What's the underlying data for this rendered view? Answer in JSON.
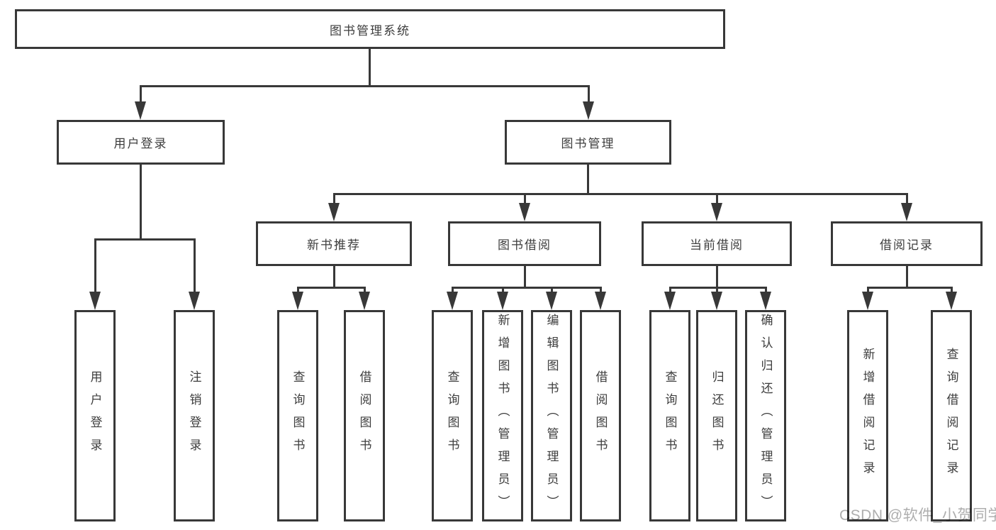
{
  "tree": {
    "root": {
      "label": "图书管理系统"
    },
    "branches": [
      {
        "label": "用户登录",
        "children": [
          {
            "label": "用户登录"
          },
          {
            "label": "注销登录"
          }
        ]
      },
      {
        "label": "图书管理",
        "children": [
          {
            "label": "新书推荐",
            "children": [
              {
                "label": "查询图书"
              },
              {
                "label": "借阅图书"
              }
            ]
          },
          {
            "label": "图书借阅",
            "children": [
              {
                "label": "查询图书"
              },
              {
                "label": "新增图书（管理员）"
              },
              {
                "label": "编辑图书（管理员）"
              },
              {
                "label": "借阅图书"
              }
            ]
          },
          {
            "label": "当前借阅",
            "children": [
              {
                "label": "查询图书"
              },
              {
                "label": "归还图书"
              },
              {
                "label": "确认归还（管理员）"
              }
            ]
          },
          {
            "label": "借阅记录",
            "children": [
              {
                "label": "新增借阅记录"
              },
              {
                "label": "查询借阅记录"
              }
            ]
          }
        ]
      }
    ]
  },
  "watermark": {
    "text": "CSDN @软件_小贺同学"
  },
  "colors": {
    "line": "#383838",
    "text": "#3d3d3d",
    "watermark": "#aeaeae",
    "background": "#ffffff"
  }
}
